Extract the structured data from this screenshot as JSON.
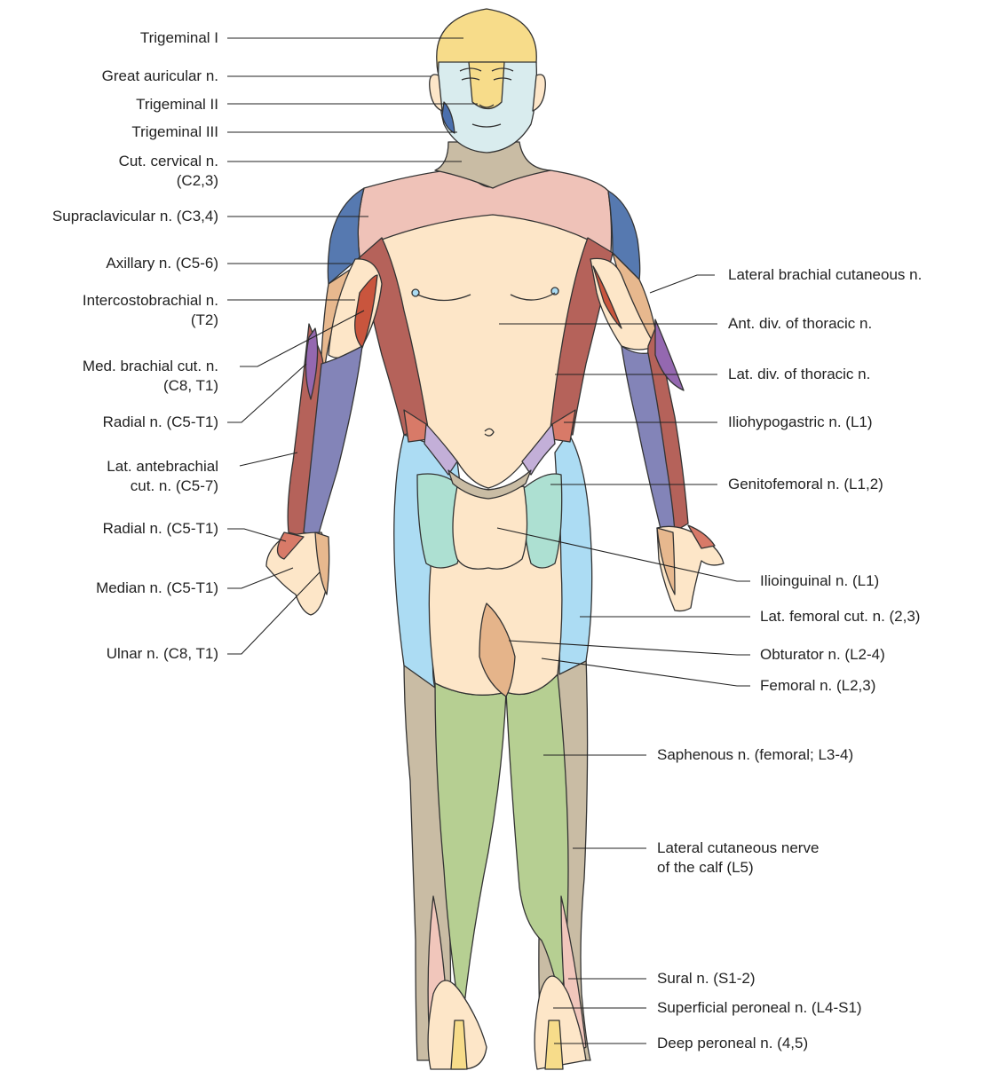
{
  "labels_left": {
    "trigeminal_1": "Trigeminal I",
    "great_auricular": "Great auricular n.",
    "trigeminal_2": "Trigeminal II",
    "trigeminal_3": "Trigeminal III",
    "cut_cervical_l1": "Cut. cervical n.",
    "cut_cervical_l2": "(C2,3)",
    "supraclavicular": "Supraclavicular n. (C3,4)",
    "axillary": "Axillary n. (C5-6)",
    "intercostobrachial_l1": "Intercostobrachial n.",
    "intercostobrachial_l2": "(T2)",
    "med_brachial_l1": "Med. brachial cut. n.",
    "med_brachial_l2": "(C8, T1)",
    "radial_upper": "Radial n. (C5-T1)",
    "lat_antebrachial_l1": "Lat. antebrachial",
    "lat_antebrachial_l2": "cut. n. (C5-7)",
    "radial_lower": "Radial n. (C5-T1)",
    "median": "Median n. (C5-T1)",
    "ulnar": "Ulnar n. (C8, T1)"
  },
  "labels_right": {
    "lat_brachial": "Lateral brachial cutaneous n.",
    "ant_div_thoracic": "Ant. div. of thoracic n.",
    "lat_div_thoracic": "Lat. div. of thoracic n.",
    "iliohypogastric": "Iliohypogastric n. (L1)",
    "genitofemoral": "Genitofemoral n. (L1,2)",
    "ilioinguinal": "Ilioinguinal n. (L1)",
    "lat_femoral_cut": "Lat. femoral cut. n. (2,3)",
    "obturator": "Obturator n. (L2-4)",
    "femoral": "Femoral n. (L2,3)",
    "saphenous": "Saphenous n. (femoral; L3-4)",
    "lat_cut_calf_l1": "Lateral cutaneous nerve",
    "lat_cut_calf_l2": "of the calf (L5)",
    "sural": "Sural n. (S1-2)",
    "superficial_peroneal": "Superficial peroneal n. (L4-S1)",
    "deep_peroneal": "Deep peroneal n. (4,5)"
  },
  "colors": {
    "trigeminal_1": "#f7dc8a",
    "trigeminal_2_3": "#d9ecee",
    "great_auricular": "#4a6fad",
    "cervical": "#c9bca4",
    "supraclavicular": "#efc2b8",
    "axillary": "#5679b0",
    "thoracic_ant": "#fde6c8",
    "thoracic_lat": "#b5625a",
    "intercostobrachial": "#c9553d",
    "lat_brachial": "#e7b88e",
    "med_brachial": "#9468b0",
    "median_radial_forearm": "#8384b8",
    "lat_antebrachial": "#b5625a",
    "hand_skin": "#fde6c8",
    "ulnar": "#e7b88e",
    "iliohypogastric": "#d87a68",
    "genitofemoral": "#c3afd8",
    "ilioinguinal": "#ade0d2",
    "lat_femoral_cut": "#acdcf3",
    "obturator": "#e5b48a",
    "femoral_anterior": "#fde6c8",
    "saphenous": "#b6cf92",
    "lat_cut_calf": "#c9bca4",
    "sural": "#f1c6bb",
    "superficial_peroneal": "#fde6c8",
    "deep_peroneal": "#f7dc8a",
    "outline": "#333333",
    "leader": "#222222"
  }
}
